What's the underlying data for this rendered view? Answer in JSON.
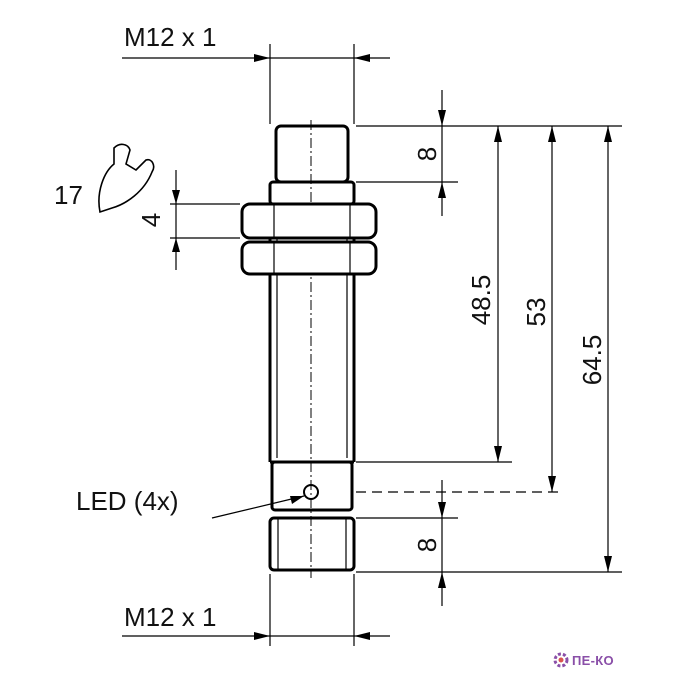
{
  "labels": {
    "thread_top": "M12 x 1",
    "thread_bottom": "M12 x 1",
    "wrench_size": "17",
    "nut_height": "4",
    "dim_top_cap": "8",
    "dim_bottom_connector": "8",
    "dim_48_5": "48.5",
    "dim_53": "53",
    "dim_64_5": "64.5",
    "led": "LED (4x)"
  },
  "logo": {
    "text": "ПЕ-КО",
    "color": "#8a4fa8"
  }
}
